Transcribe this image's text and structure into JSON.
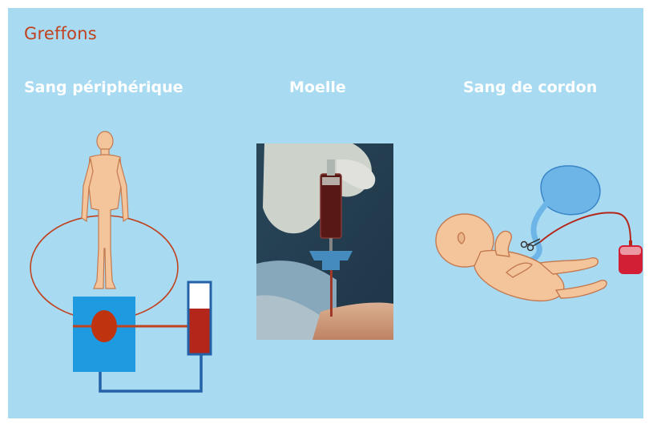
{
  "title": "Greffons",
  "sections": [
    {
      "heading": "Sang périphérique"
    },
    {
      "heading": "Moelle"
    },
    {
      "heading": "Sang de cordon"
    }
  ],
  "colors": {
    "background": "#a8dbf2",
    "title": "#c0421f",
    "blood": "#b5261a",
    "skin": "#f4c49a",
    "machine": "#1e9be0",
    "tube": "#2462a8"
  },
  "icons": {
    "body": "human-body-icon",
    "apheresis": "apheresis-machine-icon",
    "bag_tube": "collection-tube-icon",
    "bone_marrow": "bone-marrow-aspiration-photo",
    "newborn": "newborn-baby-icon",
    "placenta": "placenta-icon",
    "clamp": "scissors-clamp-icon",
    "cord_bag": "blood-bag-icon"
  }
}
